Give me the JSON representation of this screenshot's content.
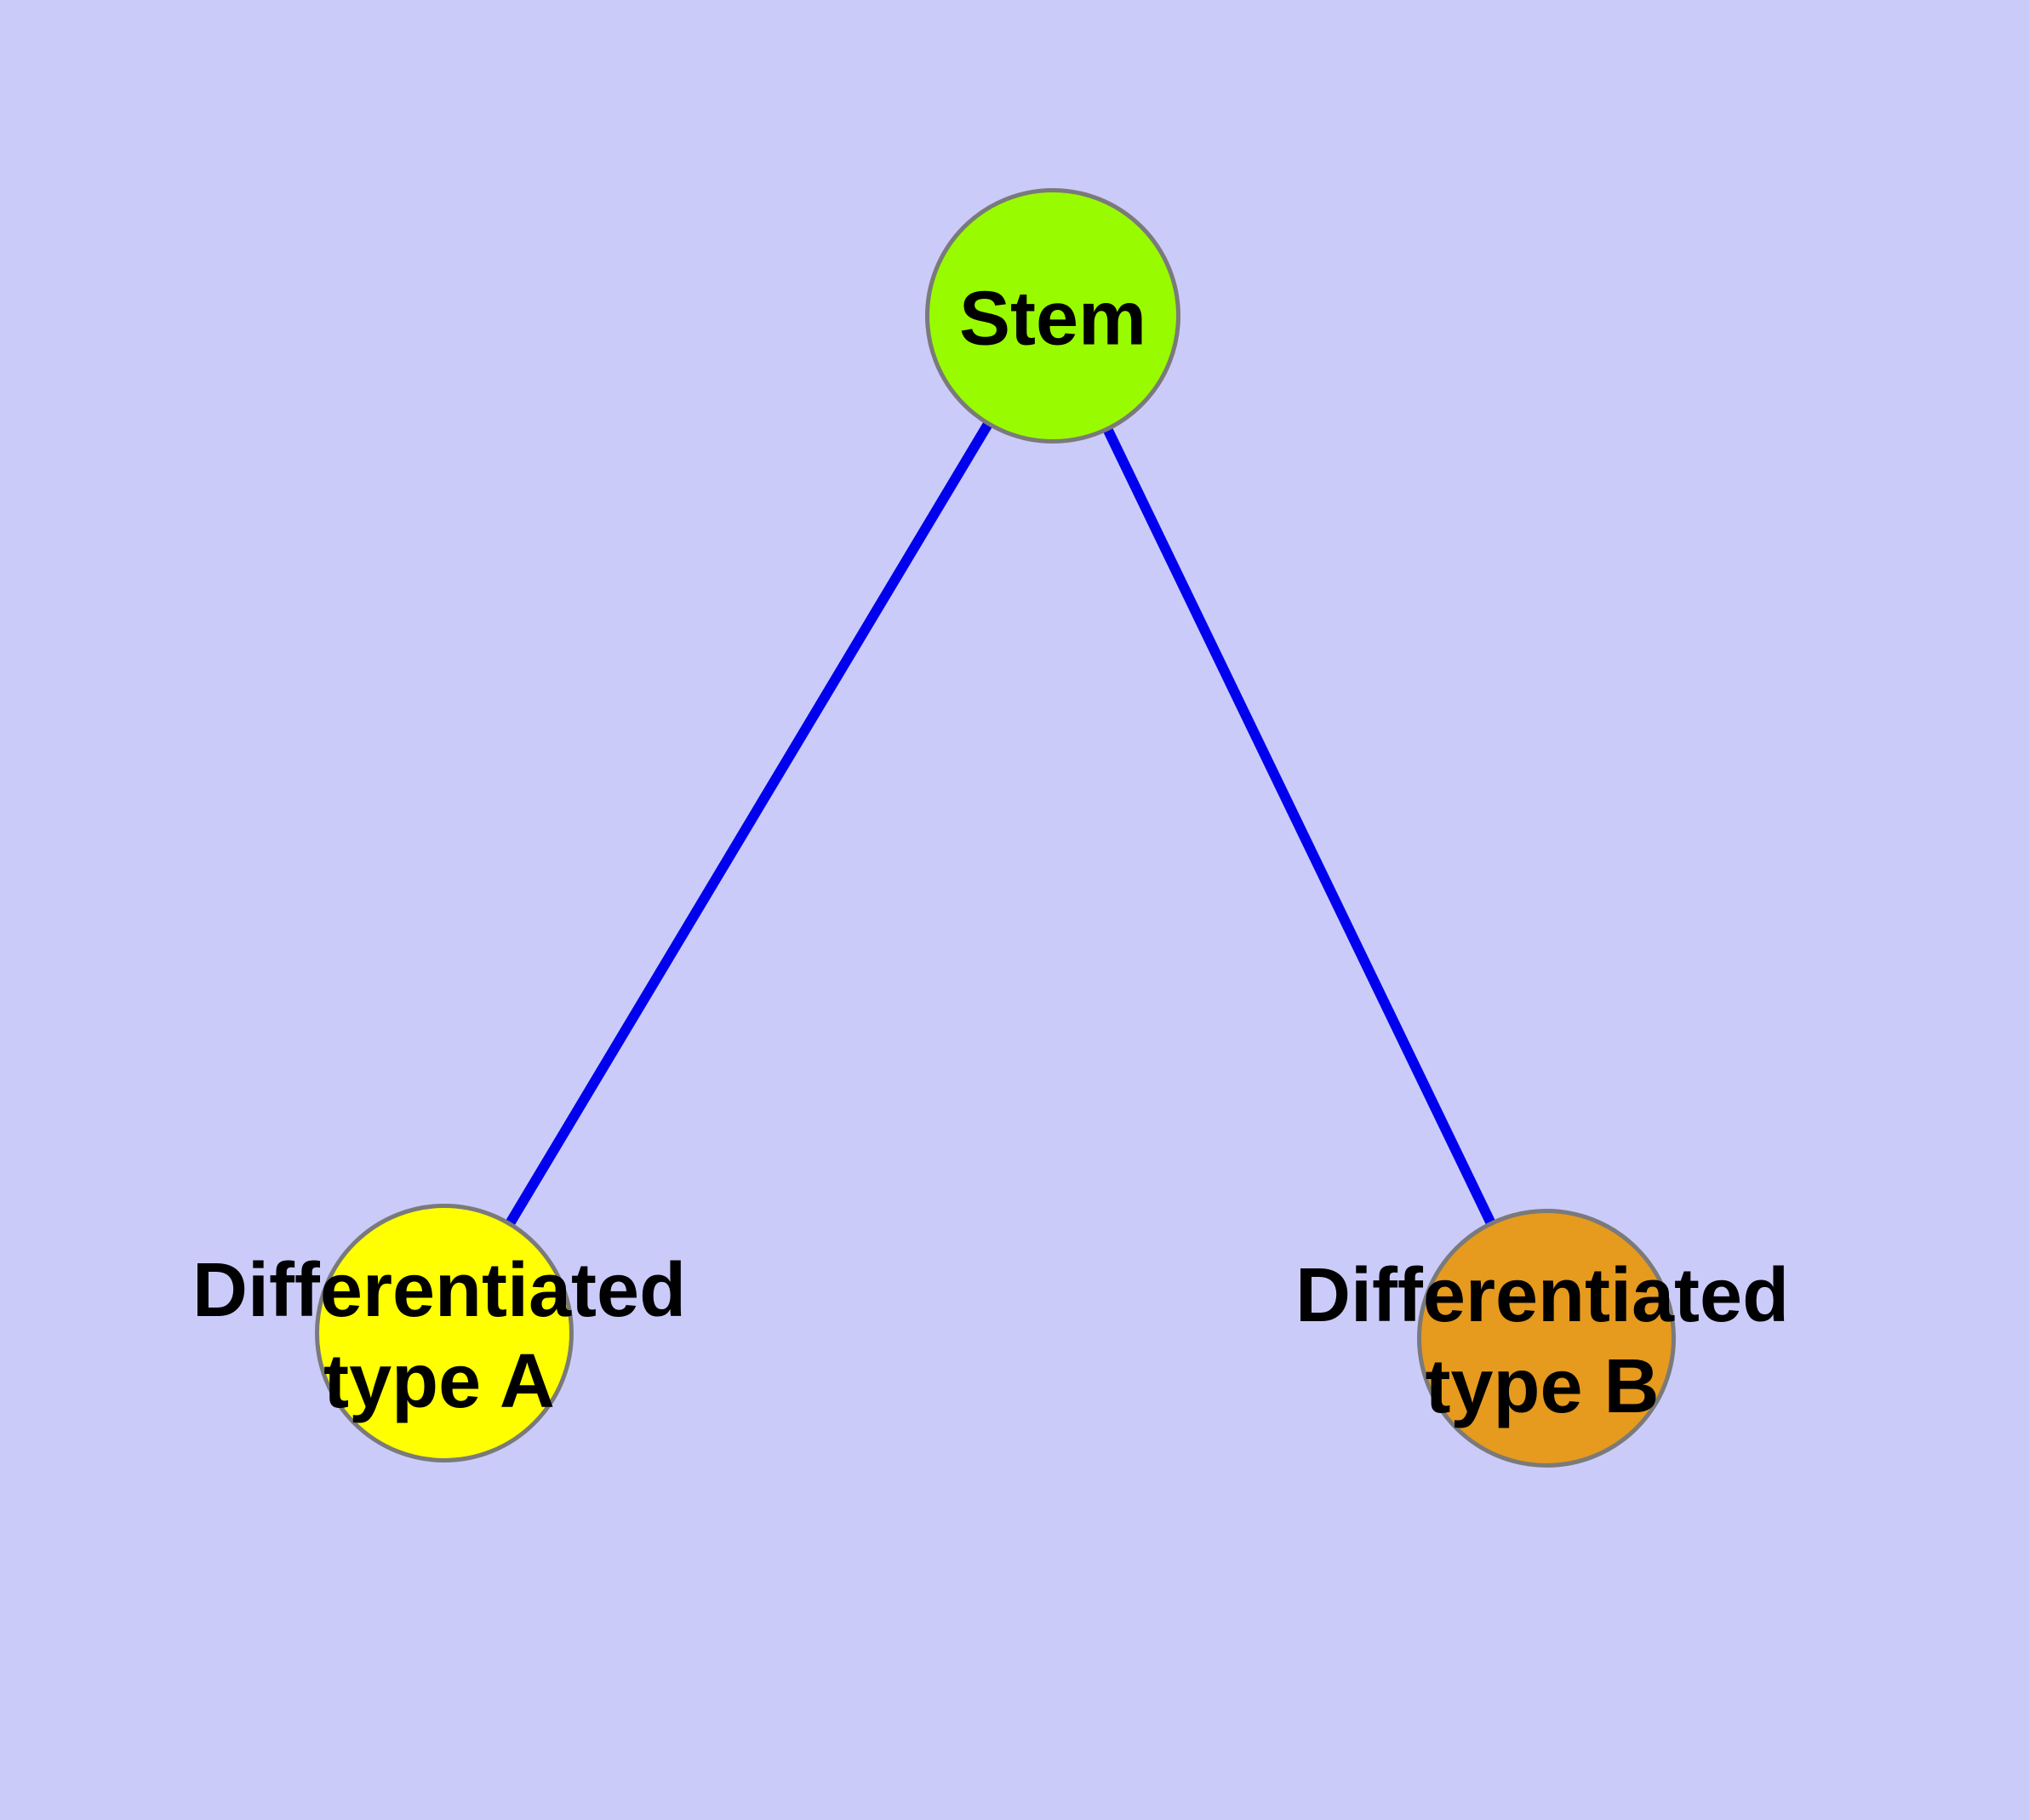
{
  "diagram": {
    "title": "",
    "background_color": "#cbcbfa",
    "edge_color": "#0000ee",
    "node_border_color": "#7a7a7a",
    "label_color": "#000000",
    "nodes": [
      {
        "id": "stem",
        "label_lines": [
          "Stem"
        ],
        "fill": "#99fb00",
        "shape": "circle"
      },
      {
        "id": "diff-a",
        "label_lines": [
          "Differentiated",
          "type A"
        ],
        "fill": "#ffff00",
        "shape": "circle"
      },
      {
        "id": "diff-b",
        "label_lines": [
          "Differentiated",
          "type B"
        ],
        "fill": "#e69a1e",
        "shape": "circle"
      }
    ],
    "edges": [
      {
        "from": "stem",
        "to": "diff-a"
      },
      {
        "from": "stem",
        "to": "diff-b"
      }
    ]
  }
}
